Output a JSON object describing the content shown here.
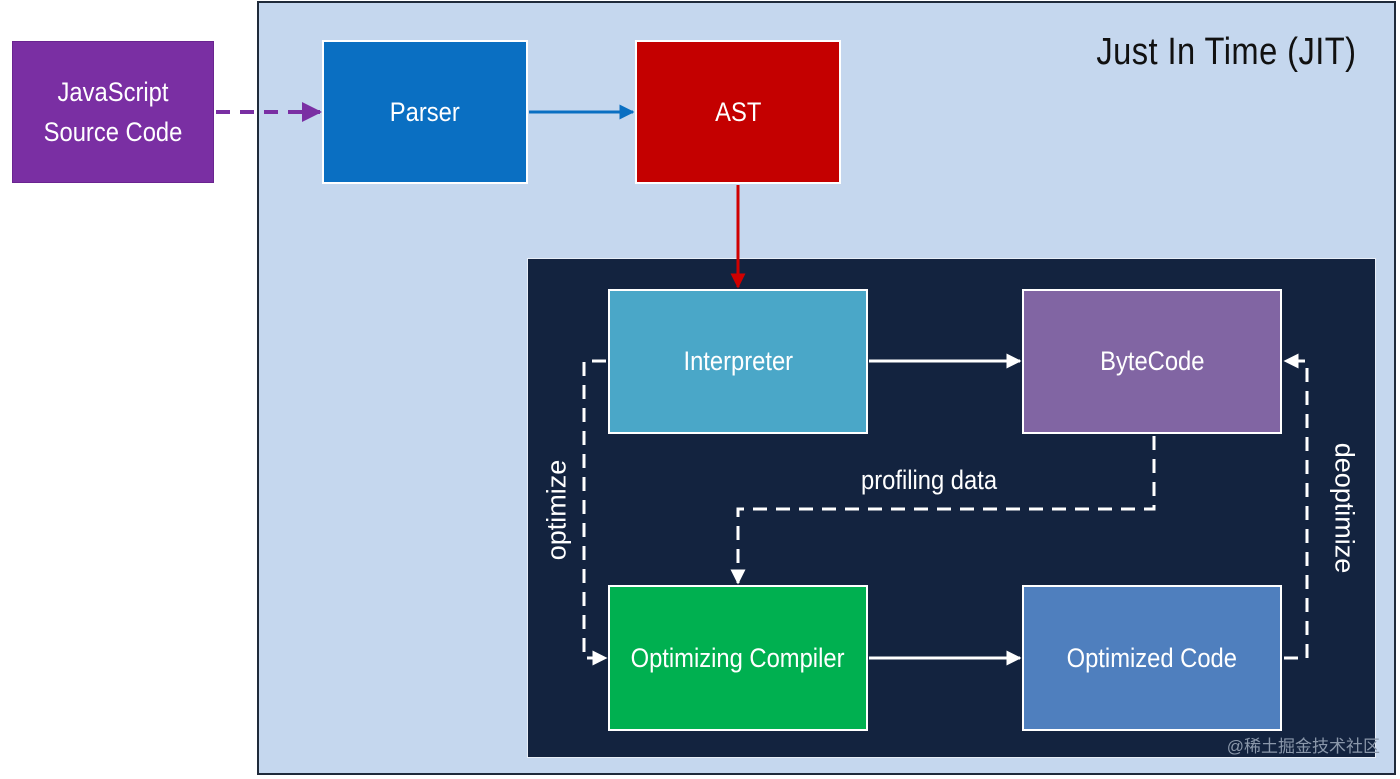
{
  "title": "Just In Time (JIT)",
  "nodes": {
    "source": "JavaScript Source Code",
    "parser": "Parser",
    "ast": "AST",
    "interpreter": "Interpreter",
    "bytecode": "ByteCode",
    "optimizing_compiler": "Optimizing Compiler",
    "optimized_code": "Optimized Code"
  },
  "edge_labels": {
    "profiling": "profiling data",
    "optimize": "optimize",
    "deoptimize": "deoptimize"
  },
  "colors": {
    "frame": "#c5d7ee",
    "inner": "#13233f",
    "source": "#7a2fa3",
    "parser": "#0a6fc2",
    "ast": "#c40000",
    "interpreter": "#4aa7c8",
    "bytecode": "#8165a3",
    "optimizing_compiler": "#00b050",
    "optimized_code": "#4f7fbe"
  },
  "watermark": "@稀土掘金技术社区"
}
